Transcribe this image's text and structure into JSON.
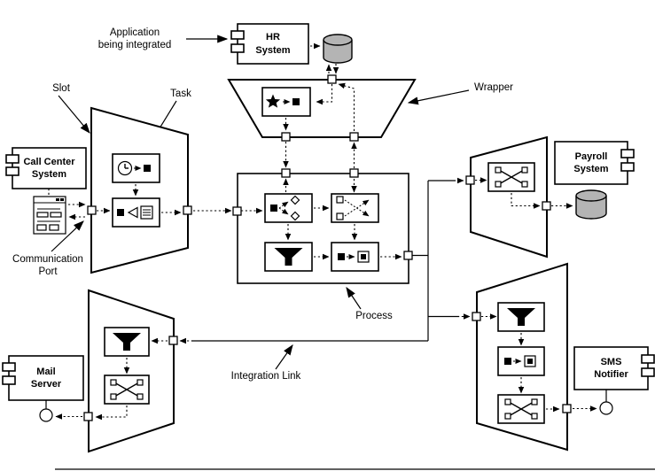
{
  "title": "Application integration solution diagram",
  "colors": {
    "stroke": "#000000",
    "background": "#ffffff",
    "database_fill": "#b4b4b4"
  },
  "annotations": {
    "application": "Application\nbeing integrated",
    "slot": "Slot",
    "task": "Task",
    "wrapper": "Wrapper",
    "communication_port": "Communication\nPort",
    "process": "Process",
    "integration_link": "Integration Link"
  },
  "components": {
    "hr": {
      "label": "HR\nSystem"
    },
    "call_center": {
      "label": "Call Center\nSystem"
    },
    "payroll": {
      "label": "Payroll\nSystem"
    },
    "mail": {
      "label": "Mail\nServer"
    },
    "sms": {
      "label": "SMS\nNotifier"
    }
  },
  "icons": {
    "database-icon": "gray cylinder",
    "timer-task-icon": "clock → square",
    "translator-task-icon": "square ◁ lined-document",
    "custom-task-icon": "star → square",
    "router-task-icon": "square branching to two diamonds",
    "aggregator-task-icon": "two squares crossing X",
    "filter-task-icon": "black funnel",
    "mapper-task-icon": "square → boxed square",
    "join-task-icon": "X with corner squares",
    "interface-lollipop-icon": "circle on stick",
    "slot-icon": "small white square",
    "ui-form-icon": "small window form"
  }
}
